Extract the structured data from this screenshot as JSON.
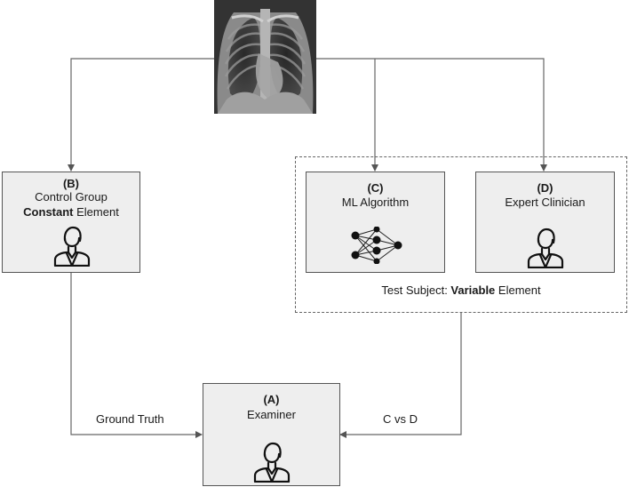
{
  "xray": {
    "icon": "chest-xray-image"
  },
  "boxes": {
    "b": {
      "letter": "(B)",
      "line1": "Control Group",
      "line2_bold": "Constant",
      "line2_rest": " Element",
      "icon": "person-icon"
    },
    "c": {
      "letter": "(C)",
      "title": "ML Algorithm",
      "icon": "neural-network-icon"
    },
    "d": {
      "letter": "(D)",
      "title": "Expert Clinician",
      "icon": "person-icon"
    },
    "a": {
      "letter": "(A)",
      "title": "Examiner",
      "icon": "person-icon"
    }
  },
  "group": {
    "prefix": "Test Subject: ",
    "bold": "Variable",
    "suffix": " Element"
  },
  "flows": {
    "ground_truth": "Ground Truth",
    "c_vs_d": "C vs D"
  }
}
